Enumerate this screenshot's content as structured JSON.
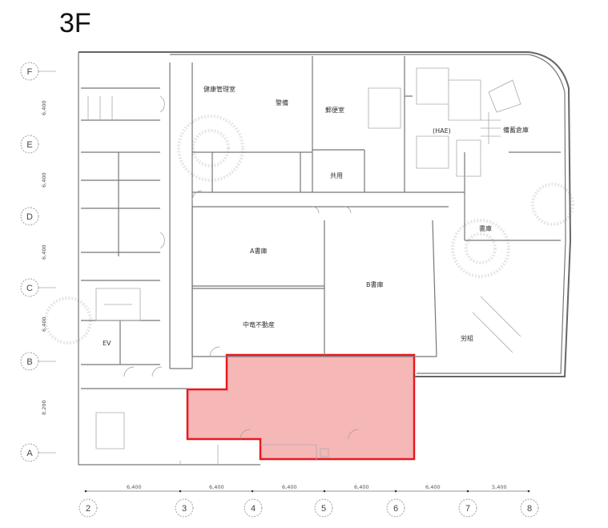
{
  "floor_label": "3F",
  "highlight_color": "#e8191e",
  "highlight_fill": "#f6b7b7",
  "rows": [
    {
      "label": "F"
    },
    {
      "label": "E"
    },
    {
      "label": "D"
    },
    {
      "label": "C"
    },
    {
      "label": "B"
    },
    {
      "label": "A"
    }
  ],
  "row_spans": [
    "6,400",
    "6,400",
    "6,400",
    "6,400",
    "8,200"
  ],
  "columns": [
    {
      "label": "2"
    },
    {
      "label": "3"
    },
    {
      "label": "4"
    },
    {
      "label": "5"
    },
    {
      "label": "6"
    },
    {
      "label": "7"
    },
    {
      "label": "8"
    }
  ],
  "column_spans": [
    "6,400",
    "6,400",
    "6,400",
    "6,400",
    "6,400",
    "5,400"
  ],
  "rooms": {
    "health": "健康管理室",
    "security": "警備",
    "mail": "郵便室",
    "shared": "共用",
    "hae": "(HAE)",
    "stockpile": "備蓄倉庫",
    "archive": "書庫",
    "archive_a": "A書庫",
    "archive_b": "B書庫",
    "tenant": "中竜不動産",
    "union": "労組",
    "ev": "EV"
  }
}
